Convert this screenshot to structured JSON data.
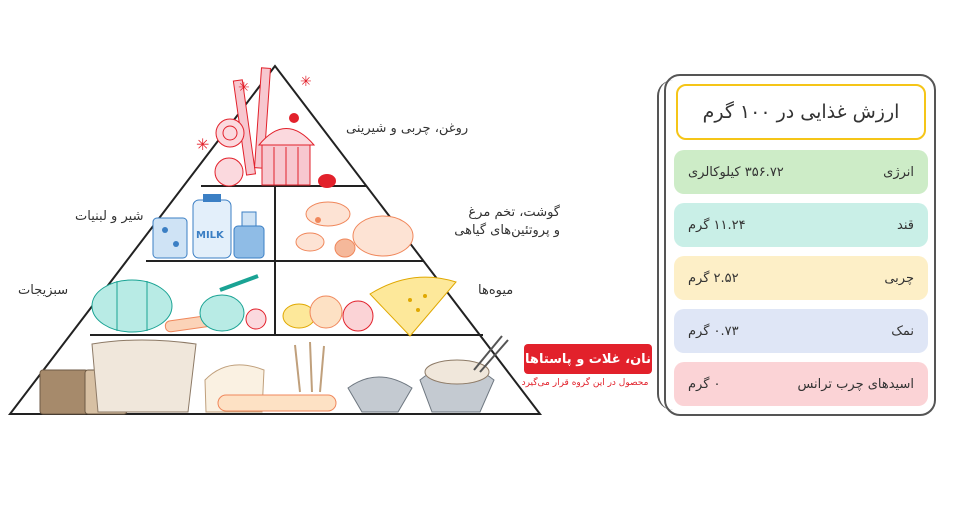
{
  "pyramid": {
    "levels": {
      "fats": "روغن، چربی و شیرینی",
      "dairy": "شیر و لبنیات",
      "protein_line1": "گوشت، تخم مرغ",
      "protein_line2": "و پروتئین‌های گیاهی",
      "vegetables": "سبزیجات",
      "fruits": "میوه‌ها",
      "grains": "نان، غلات و پاستاها"
    },
    "note": "محصول در این گروه قرار می‌گیرد",
    "milk_text": "MILK"
  },
  "nutrition": {
    "title": "ارزش غذایی در ۱۰۰ گرم",
    "rows": [
      {
        "name": "انرژی",
        "value": "۳۵۶.۷۲ کیلوکالری",
        "color": "#cdecc7"
      },
      {
        "name": "قند",
        "value": "۱۱.۲۴ گرم",
        "color": "#c9efe7"
      },
      {
        "name": "چربی",
        "value": "۲.۵۲ گرم",
        "color": "#fdefc7"
      },
      {
        "name": "نمک",
        "value": "۰.۷۳ گرم",
        "color": "#dfe6f6"
      },
      {
        "name": "اسیدهای چرب ترانس",
        "value": "۰ گرم",
        "color": "#fbd3d6"
      }
    ]
  },
  "colors": {
    "accent_red": "#e2212b",
    "title_border": "#f5c518"
  }
}
